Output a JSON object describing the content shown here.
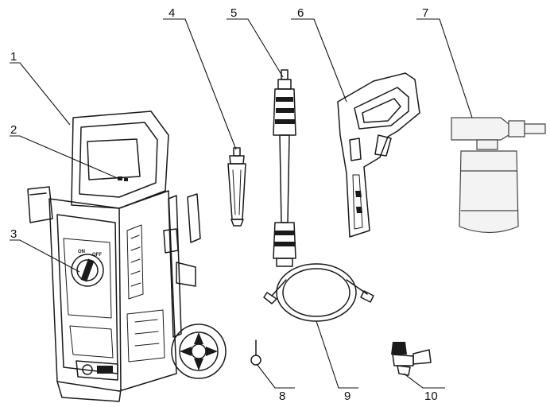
{
  "callouts": [
    {
      "id": "1",
      "label": "1"
    },
    {
      "id": "2",
      "label": "2"
    },
    {
      "id": "3",
      "label": "3"
    },
    {
      "id": "4",
      "label": "4"
    },
    {
      "id": "5",
      "label": "5"
    },
    {
      "id": "6",
      "label": "6"
    },
    {
      "id": "7",
      "label": "7"
    },
    {
      "id": "8",
      "label": "8"
    },
    {
      "id": "9",
      "label": "9"
    },
    {
      "id": "10",
      "label": "10"
    }
  ],
  "dial": {
    "on_label": "ON",
    "off_label": "OFF"
  }
}
